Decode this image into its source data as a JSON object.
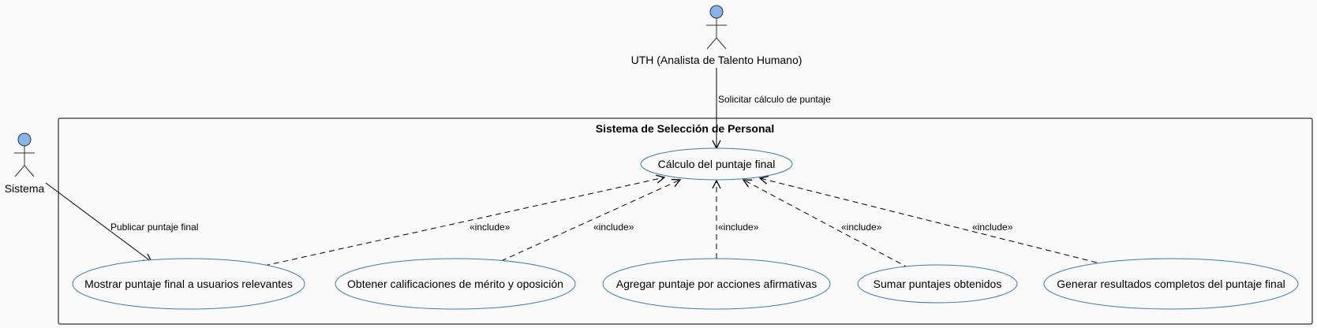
{
  "system": {
    "title": "Sistema de Selección de Personal"
  },
  "actors": {
    "uth": "UTH (Analista de Talento Humano)",
    "sistema": "Sistema"
  },
  "use_cases": {
    "calculo": "Cálculo del puntaje final",
    "mostrar": "Mostrar puntaje final a usuarios relevantes",
    "obtener": "Obtener calificaciones de mérito y oposición",
    "agregar": "Agregar puntaje por acciones afirmativas",
    "sumar": "Sumar puntajes obtenidos",
    "generar": "Generar resultados completos del puntaje final"
  },
  "relations": {
    "solicitar": "Solicitar cálculo de puntaje",
    "publicar": "Publicar puntaje final",
    "include": "«include»"
  },
  "colors": {
    "actor_fill": "#8ab4ec",
    "usecase_stroke": "#3a7bbf",
    "line": "#000000",
    "background": "#fafafa"
  }
}
